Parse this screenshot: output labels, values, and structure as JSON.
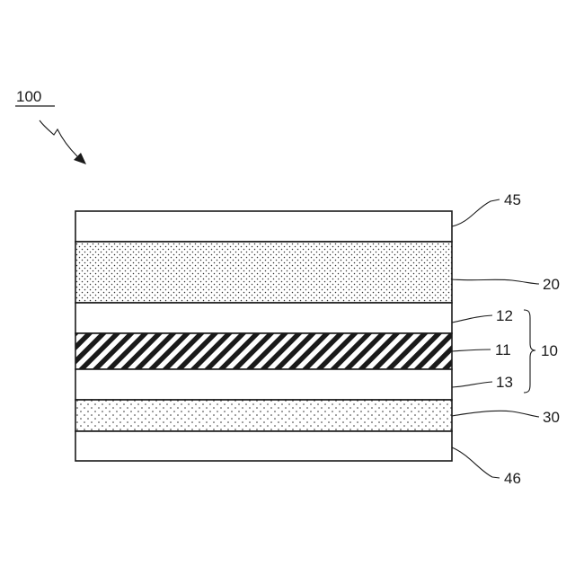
{
  "figure": {
    "assembly_label": "100",
    "group_label": "10",
    "layers": [
      {
        "ref": "45",
        "pattern": "plain"
      },
      {
        "ref": "20",
        "pattern": "dots-dense"
      },
      {
        "ref": "12",
        "pattern": "plain"
      },
      {
        "ref": "11",
        "pattern": "diagonal-hatch"
      },
      {
        "ref": "13",
        "pattern": "plain"
      },
      {
        "ref": "30",
        "pattern": "dots-sparse"
      },
      {
        "ref": "46",
        "pattern": "plain"
      }
    ]
  }
}
